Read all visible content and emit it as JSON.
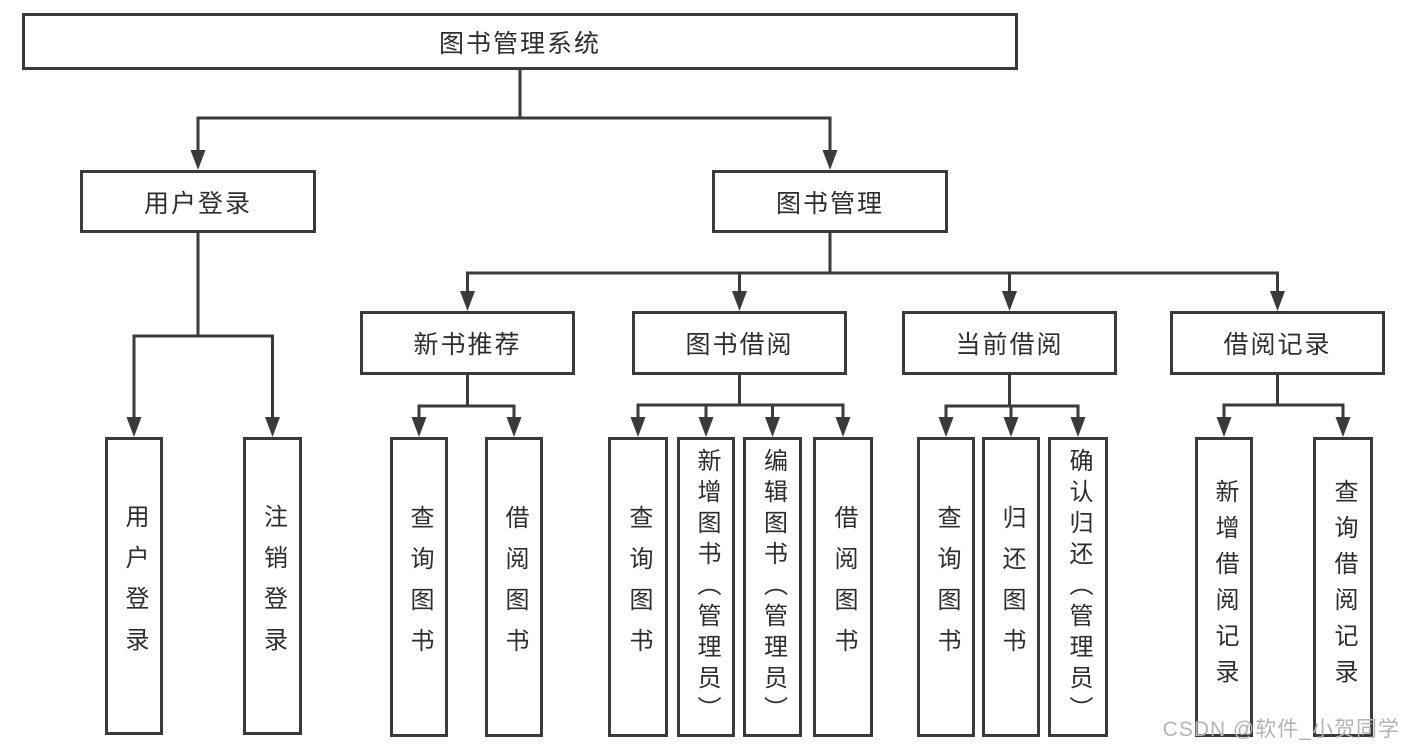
{
  "diagram": {
    "title": "图书管理系统",
    "watermark": "CSDN @软件_小贺同学",
    "colors": {
      "line": "#3a3a3a",
      "box_border": "#3a3a3a",
      "text": "#2e2e2e",
      "background": "#ffffff",
      "watermark": "#b3b3b3"
    },
    "nodes": [
      {
        "id": "root",
        "label": "图书管理系统",
        "level": 1
      },
      {
        "id": "user-login",
        "label": "用户登录",
        "level": 2
      },
      {
        "id": "book-mgmt",
        "label": "图书管理",
        "level": 2
      },
      {
        "id": "new-book-rec",
        "label": "新书推荐",
        "level": 3
      },
      {
        "id": "book-borrow",
        "label": "图书借阅",
        "level": 3
      },
      {
        "id": "current-borrow",
        "label": "当前借阅",
        "level": 3
      },
      {
        "id": "borrow-record",
        "label": "借阅记录",
        "level": 3
      },
      {
        "id": "user-login-action",
        "label": "用户登录",
        "level": 4
      },
      {
        "id": "logout-action",
        "label": "注销登录",
        "level": 4
      },
      {
        "id": "query-book-1",
        "label": "查询图书",
        "level": 4
      },
      {
        "id": "borrow-book-1",
        "label": "借阅图书",
        "level": 4
      },
      {
        "id": "query-book-2",
        "label": "查询图书",
        "level": 4
      },
      {
        "id": "add-book",
        "label": "新增图书（管理员）",
        "level": 4
      },
      {
        "id": "edit-book",
        "label": "编辑图书（管理员）",
        "level": 4
      },
      {
        "id": "borrow-book-2",
        "label": "借阅图书",
        "level": 4
      },
      {
        "id": "query-book-3",
        "label": "查询图书",
        "level": 4
      },
      {
        "id": "return-book",
        "label": "归还图书",
        "level": 4
      },
      {
        "id": "confirm-return",
        "label": "确认归还（管理员）",
        "level": 4
      },
      {
        "id": "add-borrow-record",
        "label": "新增借阅记录",
        "level": 4
      },
      {
        "id": "query-borrow-record",
        "label": "查询借阅记录",
        "level": 4
      }
    ],
    "edges": [
      {
        "from": "root",
        "to": "user-login"
      },
      {
        "from": "root",
        "to": "book-mgmt"
      },
      {
        "from": "user-login",
        "to": "user-login-action"
      },
      {
        "from": "user-login",
        "to": "logout-action"
      },
      {
        "from": "book-mgmt",
        "to": "new-book-rec"
      },
      {
        "from": "book-mgmt",
        "to": "book-borrow"
      },
      {
        "from": "book-mgmt",
        "to": "current-borrow"
      },
      {
        "from": "book-mgmt",
        "to": "borrow-record"
      },
      {
        "from": "new-book-rec",
        "to": "query-book-1"
      },
      {
        "from": "new-book-rec",
        "to": "borrow-book-1"
      },
      {
        "from": "book-borrow",
        "to": "query-book-2"
      },
      {
        "from": "book-borrow",
        "to": "add-book"
      },
      {
        "from": "book-borrow",
        "to": "edit-book"
      },
      {
        "from": "book-borrow",
        "to": "borrow-book-2"
      },
      {
        "from": "current-borrow",
        "to": "query-book-3"
      },
      {
        "from": "current-borrow",
        "to": "return-book"
      },
      {
        "from": "current-borrow",
        "to": "confirm-return"
      },
      {
        "from": "borrow-record",
        "to": "add-borrow-record"
      },
      {
        "from": "borrow-record",
        "to": "query-borrow-record"
      }
    ]
  }
}
